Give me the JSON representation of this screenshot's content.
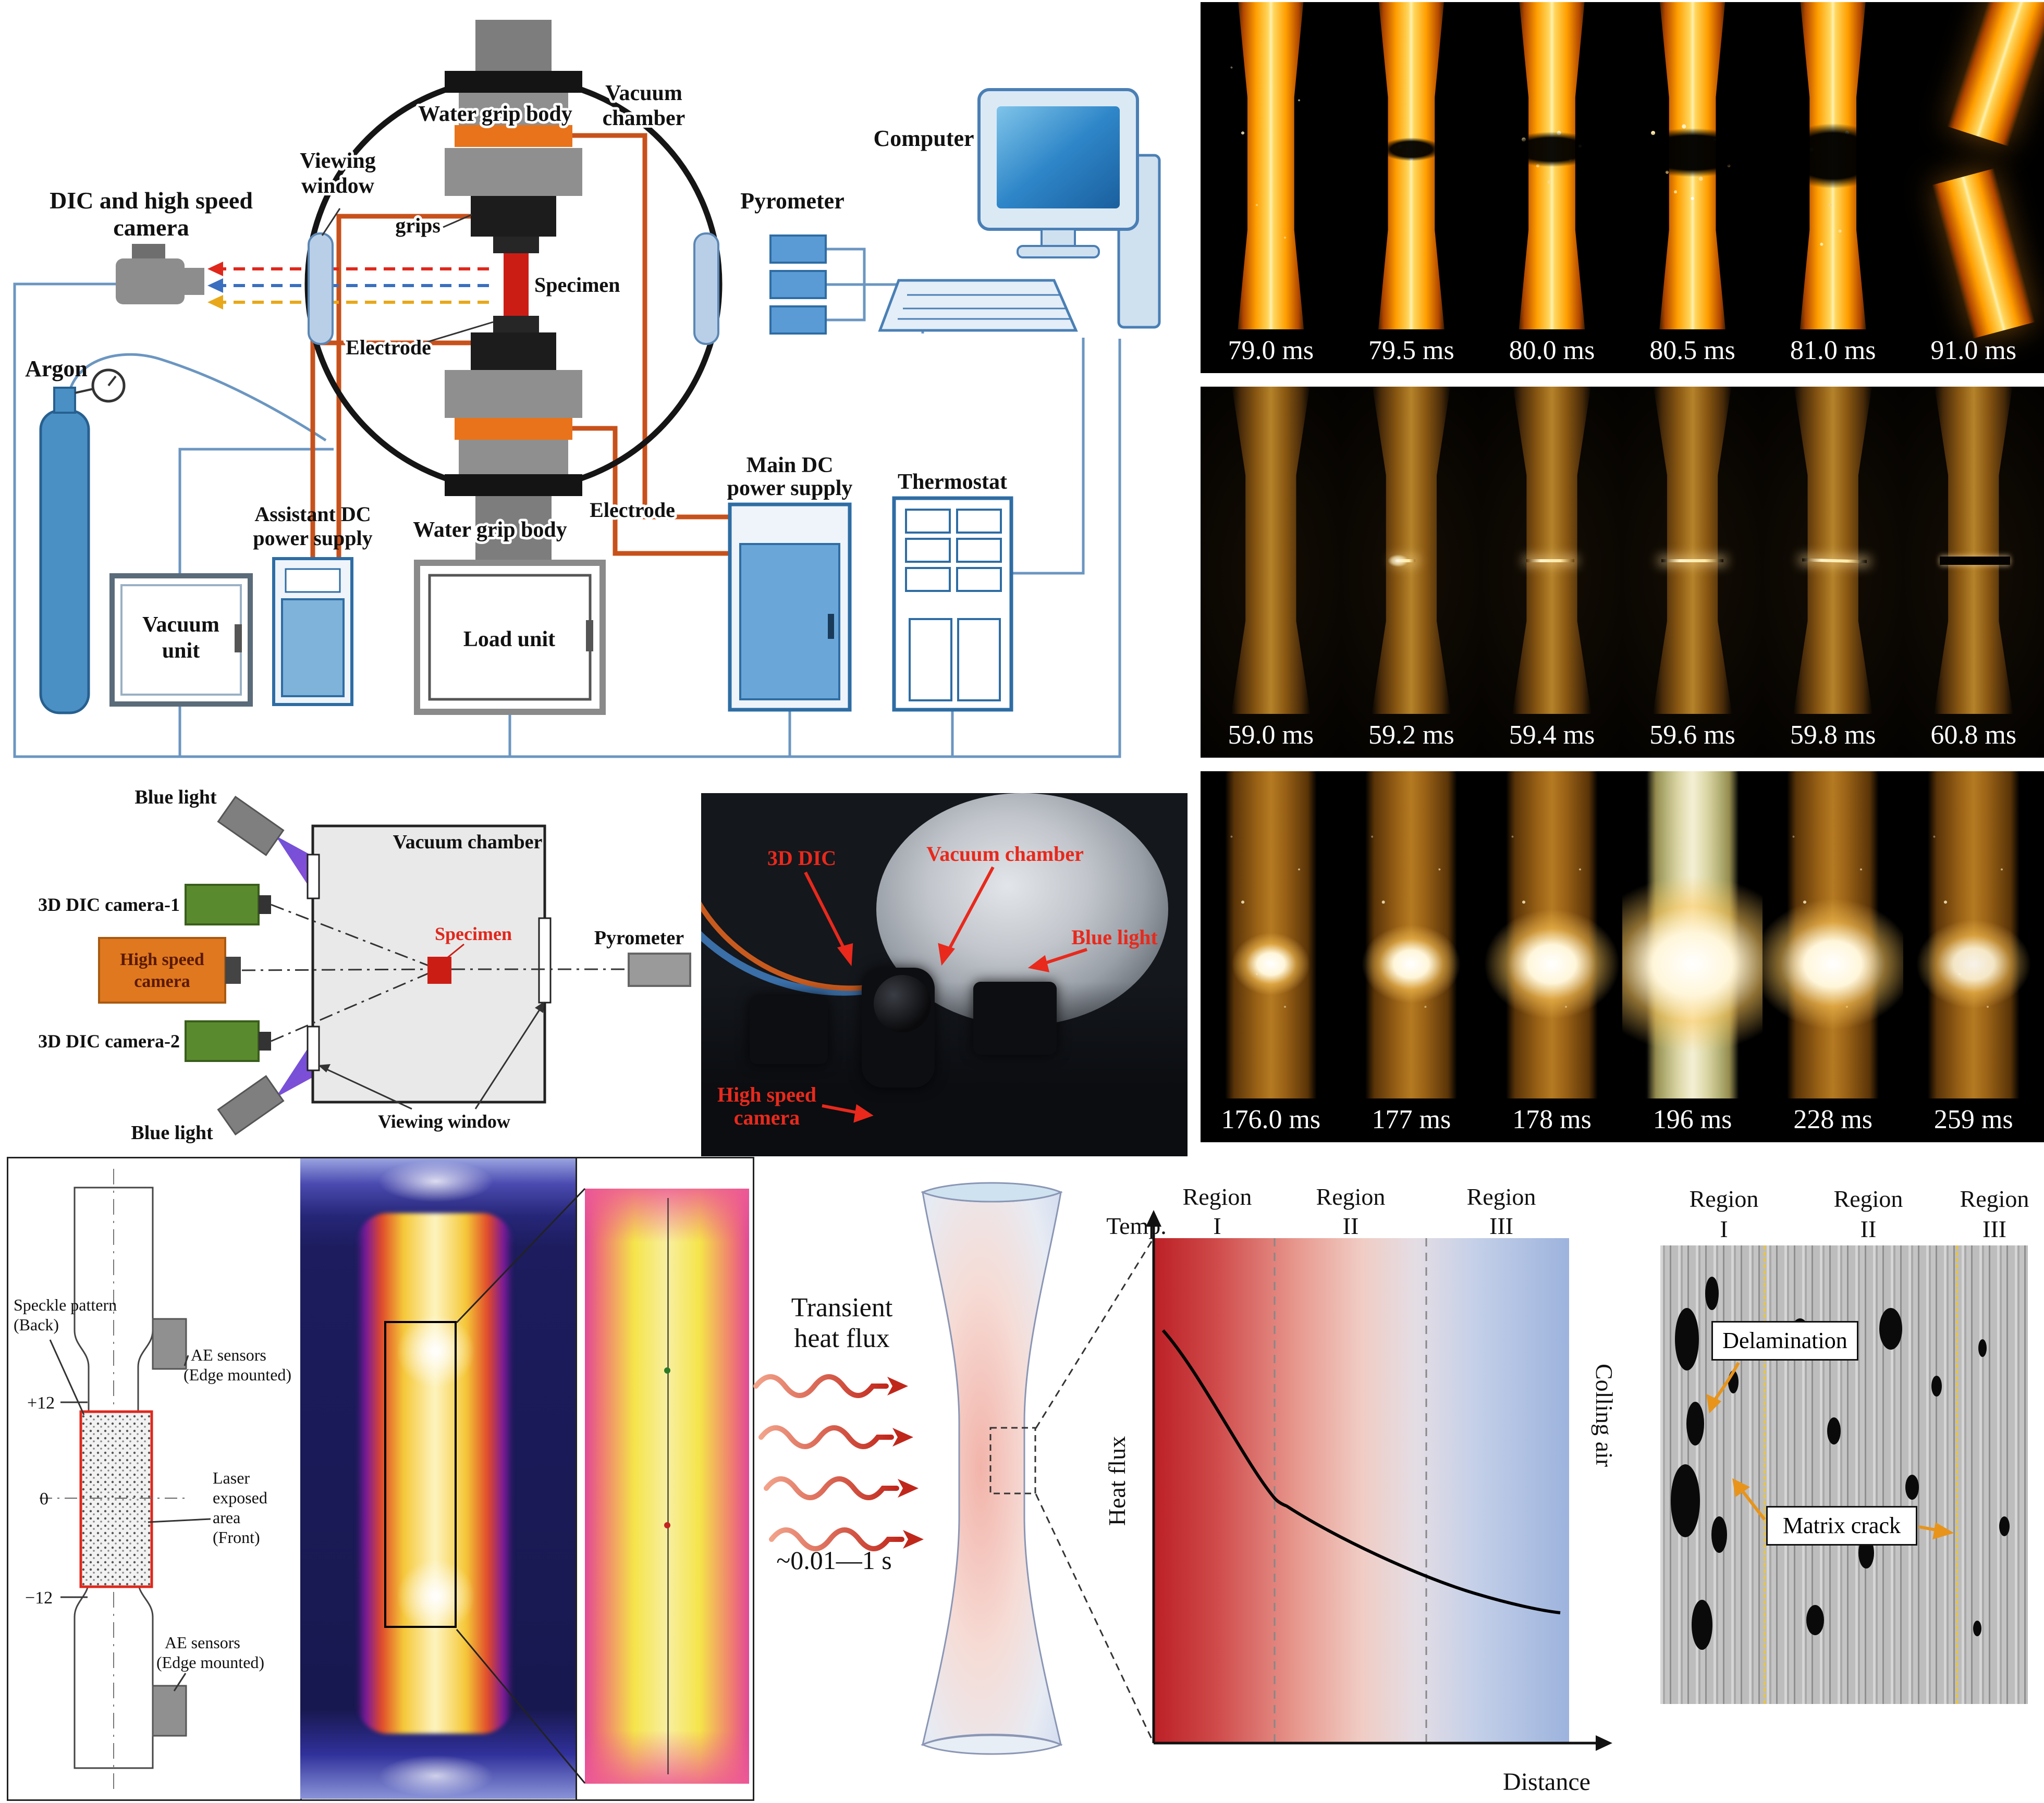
{
  "colors": {
    "label_red": "#e0271b",
    "electrode_orange": "#c8511b",
    "beam_blue": "#5a35b8"
  },
  "setup": {
    "dic_label_1": "DIC and high speed",
    "dic_label_2": "camera",
    "viewing_window_1": "Viewing",
    "viewing_window_2": "window",
    "water_grip_top": "Water grip body",
    "vacuum_chamber_1": "Vacuum",
    "vacuum_chamber_2": "chamber",
    "grips": "grips",
    "specimen": "Specimen",
    "electrode_top": "Electrode",
    "pyrometer": "Pyrometer",
    "computer": "Computer",
    "argon": "Argon",
    "assistant_dc_1": "Assistant DC",
    "assistant_dc_2": "power supply",
    "water_grip_bottom": "Water grip body",
    "electrode_bottom": "Electrode",
    "main_dc_1": "Main DC",
    "main_dc_2": "power supply",
    "thermostat": "Thermostat",
    "vacuum_unit_1": "Vacuum",
    "vacuum_unit_2": "unit",
    "load_unit": "Load unit"
  },
  "dic_layout": {
    "blue_light_top": "Blue light",
    "camera1": "3D DIC camera-1",
    "high_speed_1": "High speed",
    "high_speed_2": "camera",
    "camera2": "3D DIC camera-2",
    "blue_light_bottom": "Blue light",
    "vacuum_chamber": "Vacuum chamber",
    "specimen": "Specimen",
    "pyrometer": "Pyrometer",
    "viewing_window": "Viewing window"
  },
  "photo": {
    "dic": "3D DIC",
    "vacuum_chamber": "Vacuum chamber",
    "blue_light": "Blue light",
    "high_speed_1": "High speed",
    "high_speed_2": "camera"
  },
  "sequences": {
    "rows": [
      [
        "79.0 ms",
        "79.5 ms",
        "80.0 ms",
        "80.5 ms",
        "81.0 ms",
        "91.0 ms"
      ],
      [
        "59.0 ms",
        "59.2 ms",
        "59.4 ms",
        "59.6 ms",
        "59.8 ms",
        "60.8 ms"
      ],
      [
        "176.0 ms",
        "177 ms",
        "178 ms",
        "196 ms",
        "228 ms",
        "259 ms"
      ]
    ]
  },
  "specimen_panel": {
    "speckle_1": "Speckle pattern",
    "speckle_2": "(Back)",
    "ae_top_1": "AE sensors",
    "ae_top_2": "(Edge mounted)",
    "plus12": "+12",
    "zero": "0",
    "minus12": "−12",
    "laser_1": "Laser",
    "laser_2": "exposed",
    "laser_3": "area",
    "laser_4": "(Front)",
    "ae_bot_1": "AE sensors",
    "ae_bot_2": "(Edge mounted)"
  },
  "heat": {
    "transient_1": "Transient",
    "transient_2": "heat flux",
    "duration": "~0.01—1 s",
    "temp": "Temp.",
    "heat_flux": "Heat flux",
    "region": "Region",
    "r1": "I",
    "r2": "II",
    "r3": "III",
    "colling_air": "Colling air",
    "distance": "Distance"
  },
  "micro": {
    "region": "Region",
    "r1": "I",
    "r2": "II",
    "r3": "III",
    "delamination": "Delamination",
    "matrix_crack": "Matrix crack"
  }
}
